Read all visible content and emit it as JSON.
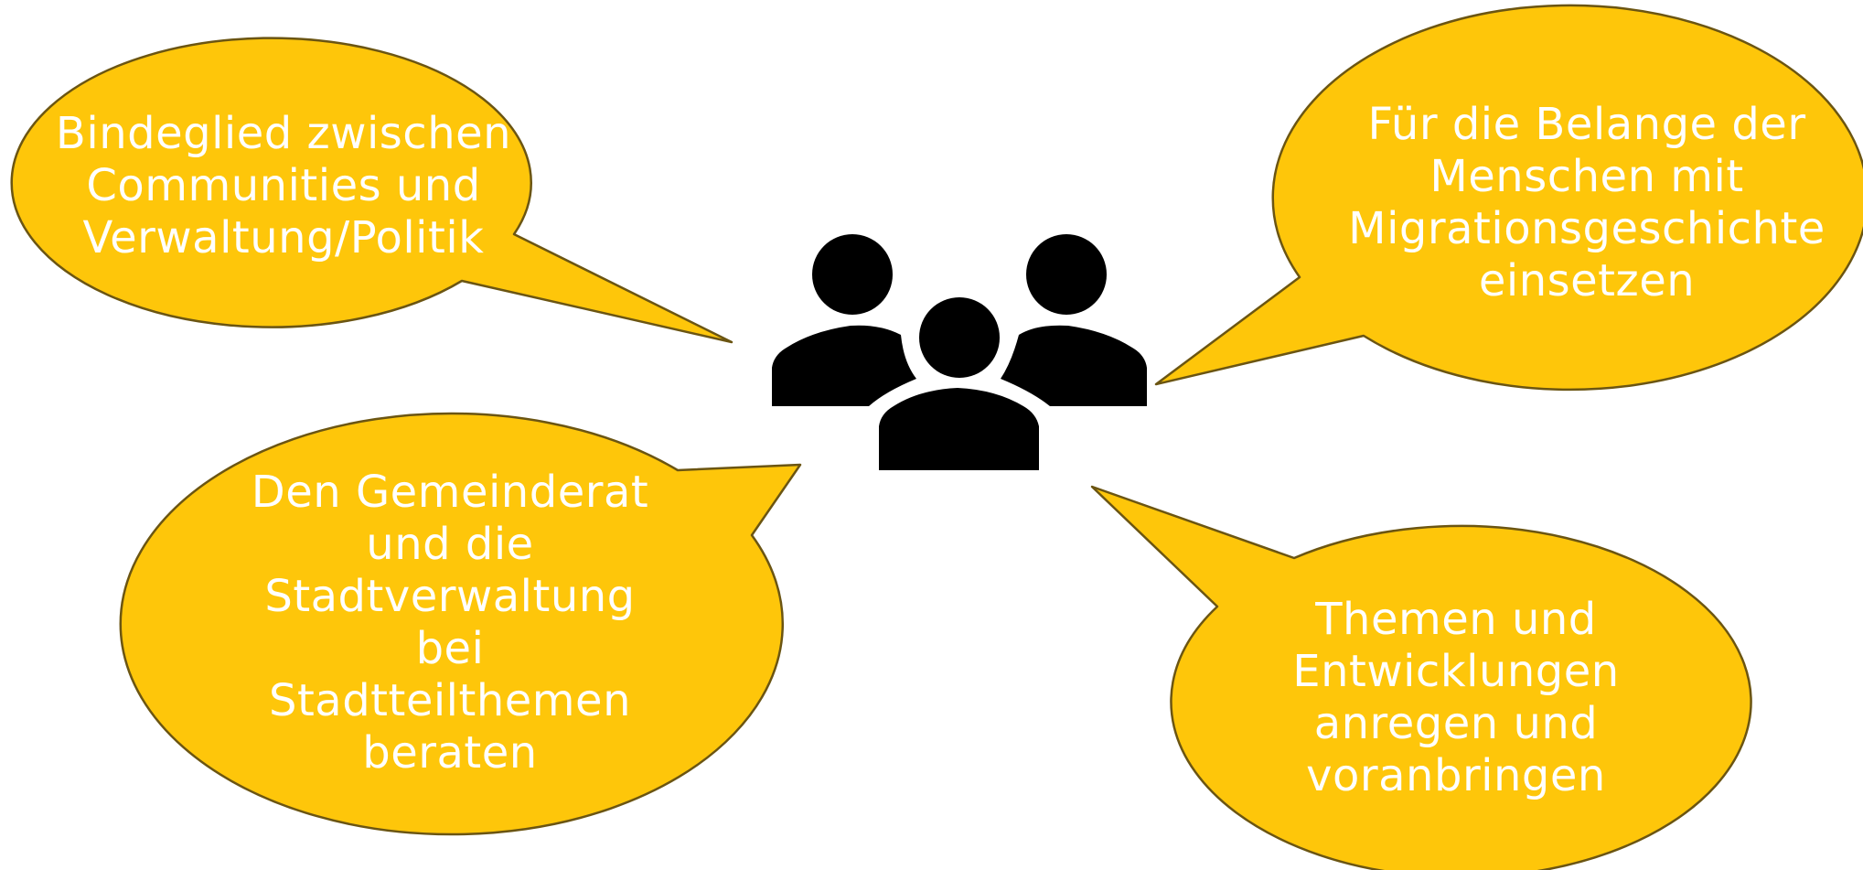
{
  "colors": {
    "bubble_fill": "#FEC60A",
    "bubble_stroke": "#6b5512",
    "bubble_text": "#ffffff",
    "icon": "#000000"
  },
  "icon": "group-of-people-icon",
  "bubbles": [
    {
      "text": "Bindeglied zwischen\nCommunities und\nVerwaltung/Politik"
    },
    {
      "text": "Für die Belange der\nMenschen mit\nMigrationsgeschichte\neinsetzen"
    },
    {
      "text": "Den Gemeinderat\nund die\nStadtverwaltung\nbei\nStadtteilthemen\nberaten"
    },
    {
      "text": "Themen und\nEntwicklungen\nanregen und\nvoranbringen"
    }
  ]
}
